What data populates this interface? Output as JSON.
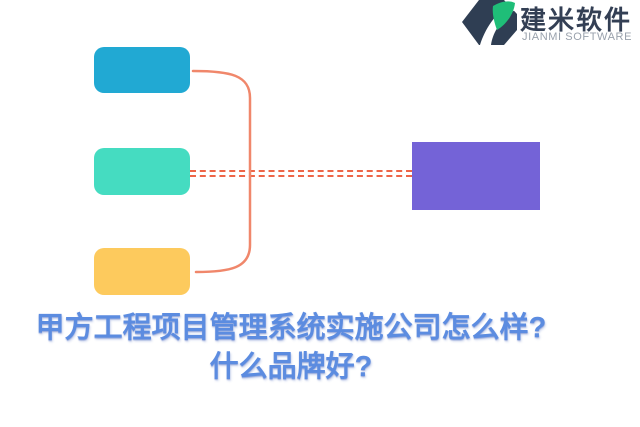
{
  "logo": {
    "brand_cn": "建米软件",
    "brand_en": "JIANMI SOFTWARE",
    "icon": "jianmi-hexagon-leaf-icon",
    "colors": {
      "navy": "#2F3E53",
      "green": "#1FBE78",
      "text_cn": "#333F54",
      "text_en": "#99A1AC"
    }
  },
  "diagram": {
    "nodes": [
      {
        "id": "top-box",
        "label": "",
        "color": "#21A9D3"
      },
      {
        "id": "middle-box",
        "label": "",
        "color": "#45DCC1"
      },
      {
        "id": "bottom-box",
        "label": "",
        "color": "#FDCA5D"
      },
      {
        "id": "result-box",
        "label": "",
        "color": "#7463D7"
      }
    ],
    "connectors": {
      "bracket": {
        "style": "solid-curved",
        "color": "#F0876B",
        "links": [
          "top-box",
          "bottom-box"
        ]
      },
      "dashed_link": {
        "style": "double-dashed",
        "color": "#EE6547",
        "links": [
          "middle-box",
          "result-box"
        ]
      }
    }
  },
  "headline": {
    "line1": "甲方工程项目管理系统实施公司怎么样?",
    "line2": "什么品牌好?",
    "color": "#5C8CE0"
  }
}
